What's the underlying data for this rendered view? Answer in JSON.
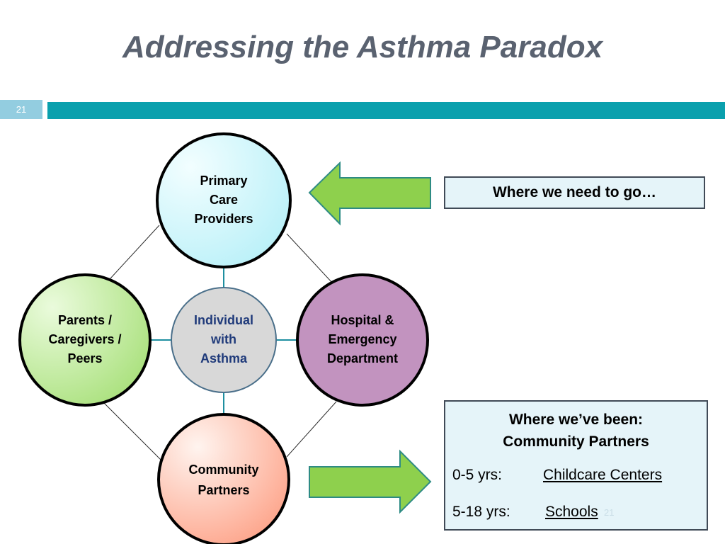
{
  "title": "Addressing the Asthma Paradox",
  "slide_number": "21",
  "diagram": {
    "nodes": {
      "top": {
        "label": [
          "Primary",
          "Care",
          "Providers"
        ],
        "fill": "#ccf6fb"
      },
      "left": {
        "label": [
          "Parents /",
          "Caregivers /",
          "Peers"
        ],
        "fill": "#c8f0a8"
      },
      "center": {
        "label": [
          "Individual",
          "with",
          "Asthma"
        ],
        "fill": "#d6d6d6",
        "text_color": "#1f3a7a"
      },
      "right": {
        "label": [
          "Hospital &",
          "Emergency",
          "Department"
        ],
        "fill": "#c293bf"
      },
      "bottom": {
        "label": [
          "Community",
          "Partners"
        ],
        "fill": "#ffb8a4"
      }
    }
  },
  "callouts": {
    "top_box": "Where we need to go…",
    "bottom_box": {
      "heading": [
        "Where we’ve been:",
        "Community Partners"
      ],
      "rows": [
        {
          "label": "0-5 yrs:",
          "value": "Childcare Centers"
        },
        {
          "label": "5-18 yrs:",
          "value": "Schools"
        }
      ]
    },
    "faint_number": "21"
  },
  "colors": {
    "accent_bar": "#0aa0ad",
    "slide_number_bg": "#93cde0",
    "arrow_fill": "#8ed04d",
    "arrow_stroke": "#2e8b84"
  }
}
